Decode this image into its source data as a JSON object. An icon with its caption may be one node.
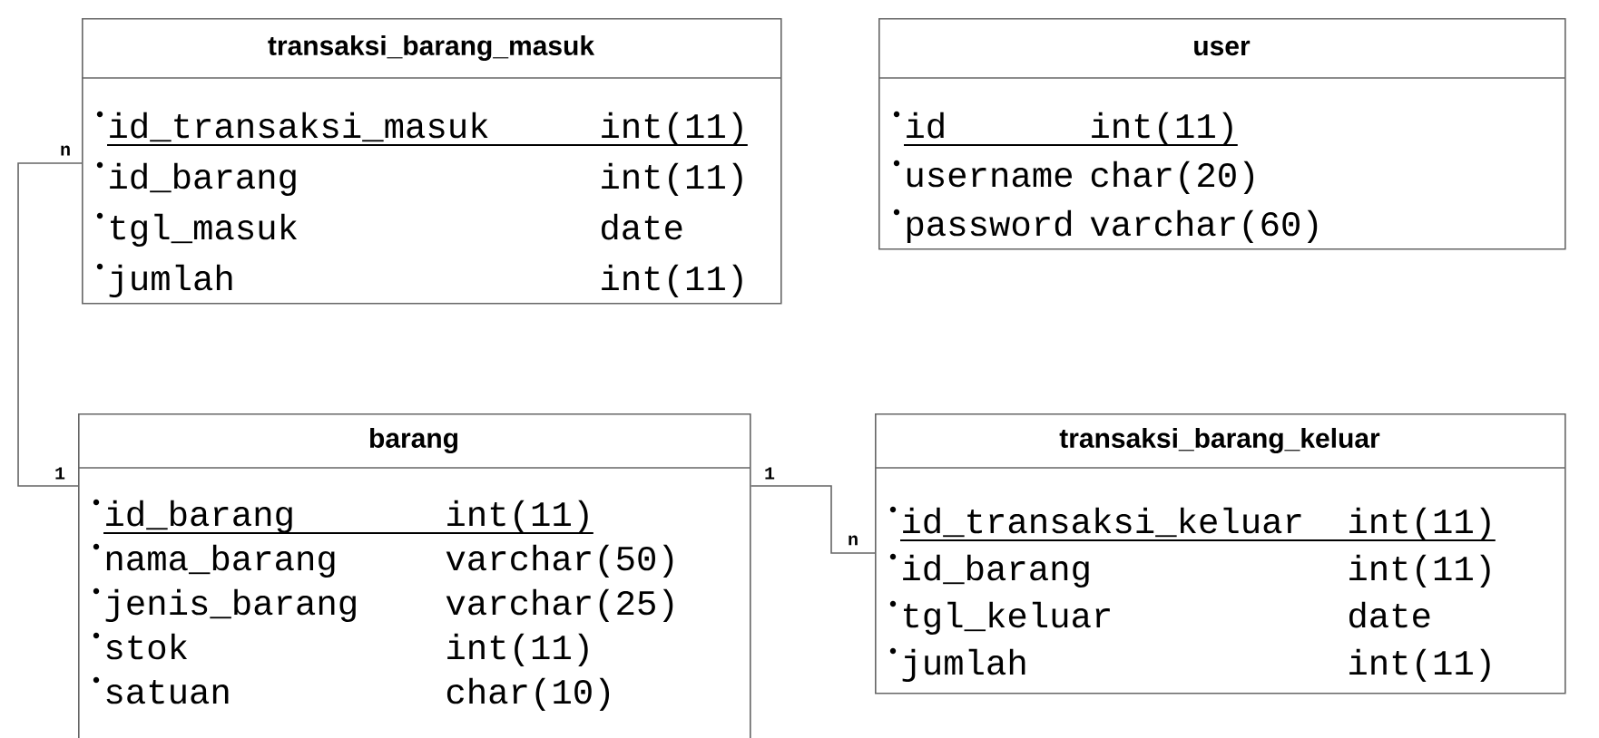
{
  "diagram": {
    "nodes": [
      {
        "text": [
          "transaksi_barang_masuk",
          "id_transaksi_masuk",
          "int(11)",
          "id_barang",
          "int(11)",
          "tgl_masuk",
          "date",
          "jumlah",
          "int(11)"
        ]
      },
      {
        "text": [
          "user",
          "id",
          "int(11)",
          "username",
          "char(20)",
          "password",
          "varchar(60)"
        ]
      },
      {
        "text": [
          "barang",
          "id_barang",
          "int(11)",
          "nama_barang",
          "varchar(50)",
          "jenis_barang",
          "varchar(25)",
          "stok",
          "int(11)",
          "satuan",
          "char(10)"
        ]
      },
      {
        "text": [
          "transaksi_barang_keluar",
          "id_transaksi_keluar",
          "int(11)",
          "id_barang",
          "int(11)",
          "tgl_keluar",
          "date",
          "jumlah",
          "int(11)"
        ]
      }
    ],
    "edges": [
      {
        "from": 2,
        "to": 0,
        "arrow": "none"
      },
      {
        "from": 2,
        "to": 3,
        "arrow": "none"
      }
    ],
    "labels": [
      "n",
      "1",
      "1",
      "n"
    ]
  }
}
